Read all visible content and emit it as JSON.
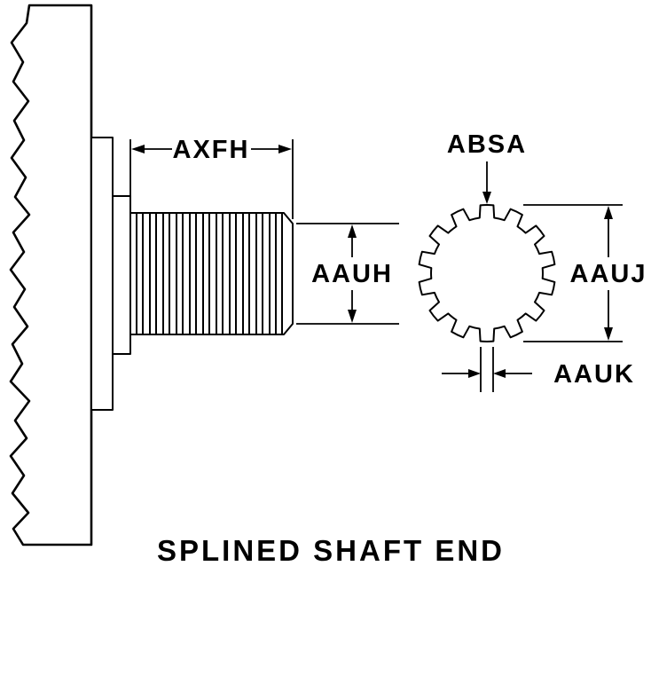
{
  "page": {
    "background_color": "#ffffff",
    "line_color": "#000000"
  },
  "diagram": {
    "title": "SPLINED SHAFT END",
    "dimensions": {
      "shaft_length_label": "AXFH",
      "shaft_diameter_label": "AAUH",
      "spline_point_label": "ABSA",
      "outer_diameter_label": "AAUJ",
      "spline_width_label": "AAUK"
    }
  }
}
